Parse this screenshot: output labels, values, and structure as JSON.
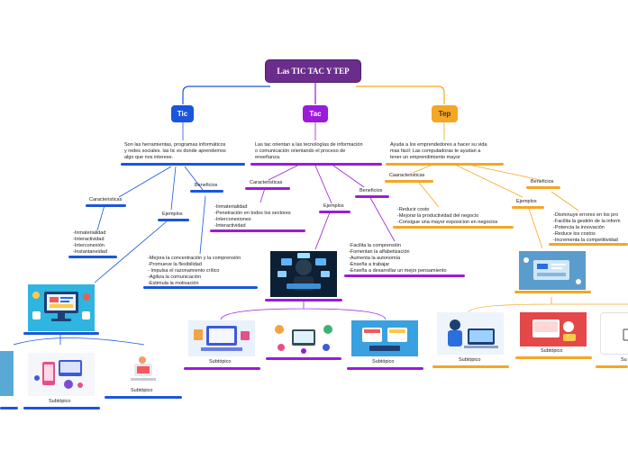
{
  "root": {
    "title": "Las TIC  TAC  Y  TEP"
  },
  "colors": {
    "root": "#6a2d8c",
    "tic": "#1a56db",
    "tac": "#9b1bd8",
    "tep": "#f5a623"
  },
  "tic": {
    "label": "Tic",
    "description": "Son las herramientas, programas informáticos\ny redes sociales. las tic es donde aprendemos\nalgo que nos interese.",
    "caracteristicas_label": "Caracteristicas",
    "caracteristicas_text": "-Inmaterialidad\n-Interactividad\n-Interconexión\n-Instantaneidad",
    "ejemplos_label": "Ejemplos",
    "beneficios_label": "Beneficios",
    "beneficios_text": "-Mejora la concentración y la comprensión\n-Promueve la flexibilidad\n- Impulsa el razonamiento crítico\n-Agiliza la comunicación\n-Estimula la motivación",
    "subtopic_1": "Subtópico",
    "subtopic_2": "Subtópico"
  },
  "tac": {
    "label": "Tac",
    "description": "Las tac orientan a las tecnologías de información\no comunicación orientando el proceso de\nenseñanza.",
    "caracteristicas_label": "Caracteristicas",
    "caracteristicas_text": "-Inmaterialidad\n-Penetración en todos los sectores\n-Interconexiones\n-Interactividad",
    "ejemplos_label": "Ejemplos",
    "beneficios_label": "Beneficios",
    "beneficios_text": "-Facilita la comprensión\n-Fomentan la alfabetización\n-Aumenta la autonomía\n-Enseña a trabajar\n-Enseña a desarrollar un mejor pensamiento",
    "subtopic_1": "Subtópico",
    "subtopic_2": "Subtópico"
  },
  "tep": {
    "label": "Tep",
    "description": "Ayuda a los emprendedores a hacer su vida\nmas fácil: Las computadoras te ayudan a\ntener un emprendimiento mayor",
    "caracteristicas_label": "Caaracteristicas",
    "caracteristicas_text": "-Reducir costo\n-Mejorar la productividad del negocio\n-Consigue una mayor exposicion en negocios",
    "ejemplos_label": "Ejemplos",
    "beneficios_label": "Beneficios",
    "beneficios_text": "-Disminuye errores en los pro\n-Facilita la gestión de la inform\n-Potencia la innovación\n-Reduce los costos\n-Incrementa la competitividad",
    "subtopic_1": "Subtópico",
    "subtopic_2": "Subtópico",
    "subtopic_3": "Su"
  }
}
